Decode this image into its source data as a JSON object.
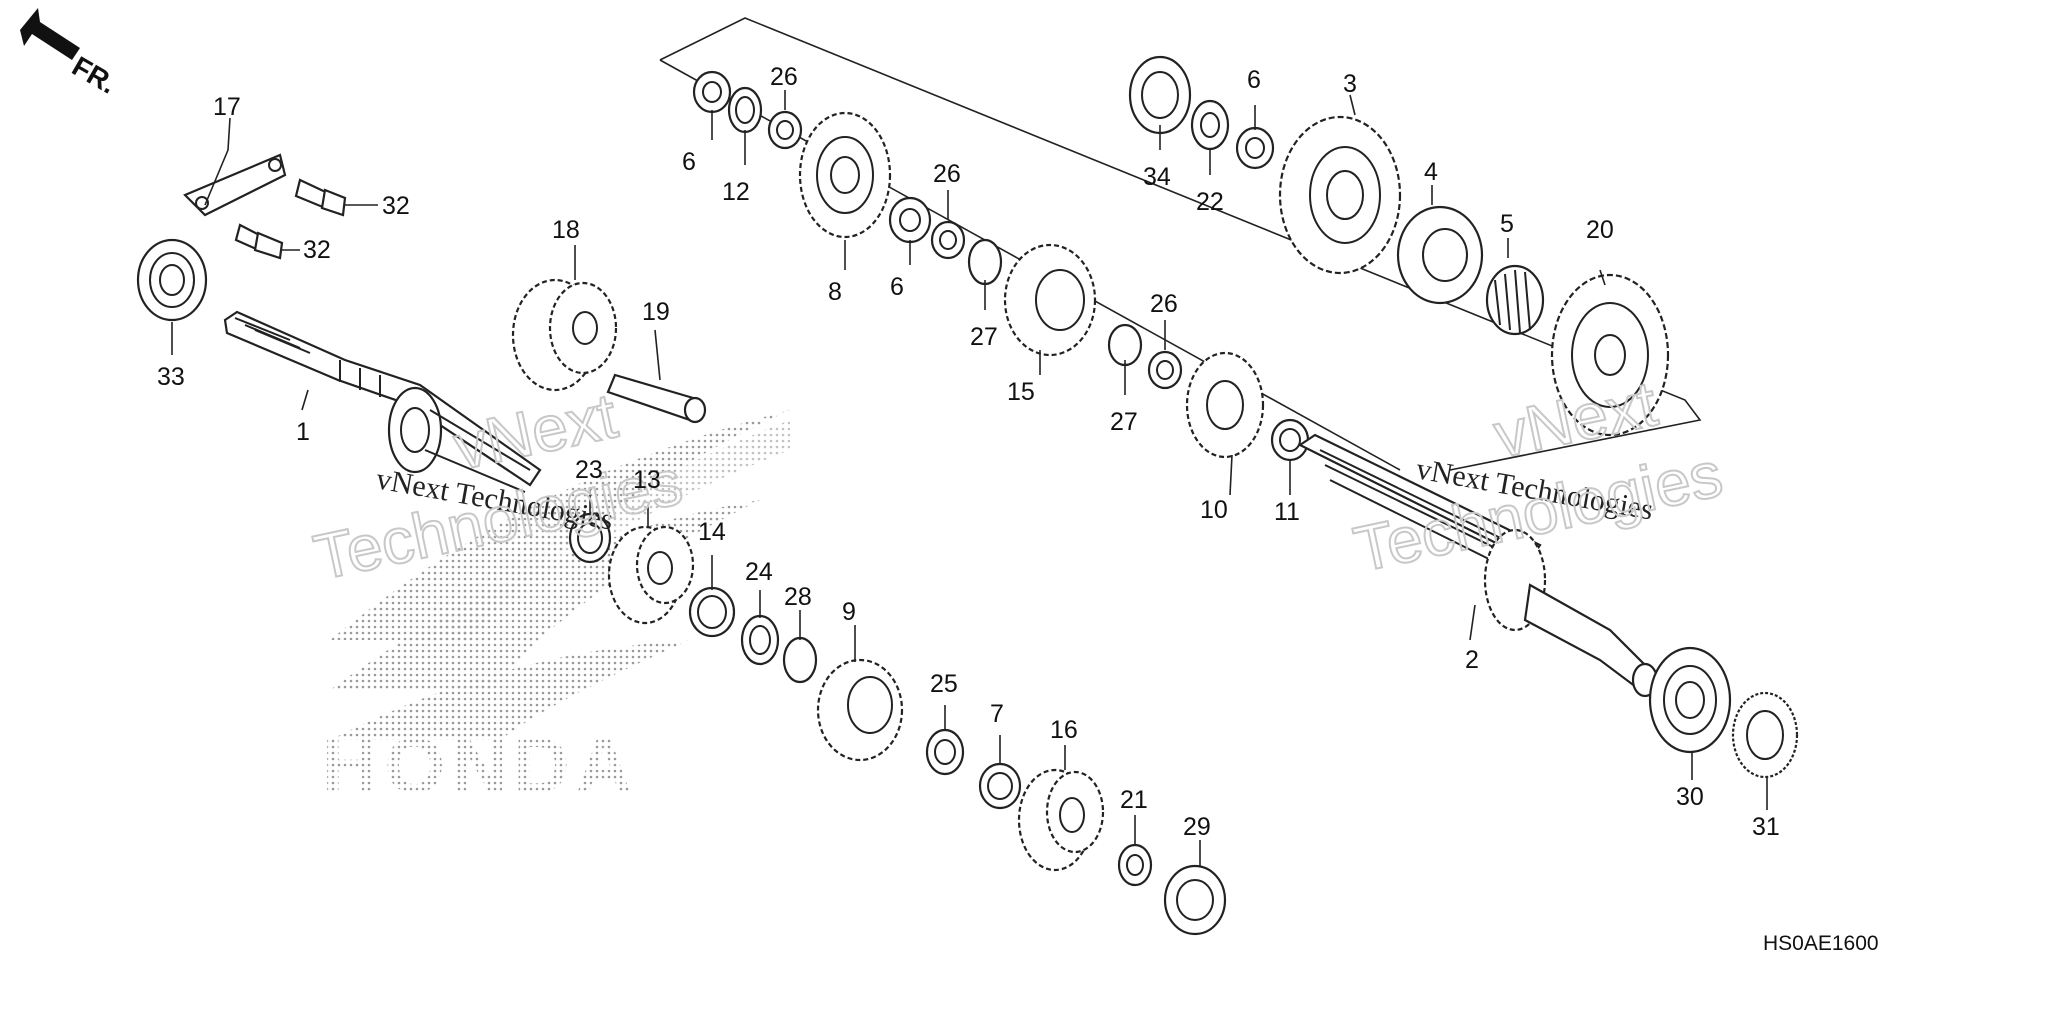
{
  "diagram": {
    "direction_marker": "FR.",
    "figure_code": "HS0AE1600",
    "watermark_primary": "vNext Technologies",
    "watermark_line1": "vNext",
    "watermark_line2": "Technologies",
    "brand_logo_text": "HONDA",
    "callouts": [
      {
        "id": "c1",
        "text": "1"
      },
      {
        "id": "c2",
        "text": "2"
      },
      {
        "id": "c3",
        "text": "3"
      },
      {
        "id": "c4",
        "text": "4"
      },
      {
        "id": "c5",
        "text": "5"
      },
      {
        "id": "c6a",
        "text": "6"
      },
      {
        "id": "c6b",
        "text": "6"
      },
      {
        "id": "c6c",
        "text": "6"
      },
      {
        "id": "c7",
        "text": "7"
      },
      {
        "id": "c8",
        "text": "8"
      },
      {
        "id": "c9",
        "text": "9"
      },
      {
        "id": "c10",
        "text": "10"
      },
      {
        "id": "c11",
        "text": "11"
      },
      {
        "id": "c12",
        "text": "12"
      },
      {
        "id": "c13",
        "text": "13"
      },
      {
        "id": "c14",
        "text": "14"
      },
      {
        "id": "c15",
        "text": "15"
      },
      {
        "id": "c16",
        "text": "16"
      },
      {
        "id": "c17",
        "text": "17"
      },
      {
        "id": "c18",
        "text": "18"
      },
      {
        "id": "c19",
        "text": "19"
      },
      {
        "id": "c20",
        "text": "20"
      },
      {
        "id": "c21",
        "text": "21"
      },
      {
        "id": "c22",
        "text": "22"
      },
      {
        "id": "c23",
        "text": "23"
      },
      {
        "id": "c24",
        "text": "24"
      },
      {
        "id": "c25",
        "text": "25"
      },
      {
        "id": "c26a",
        "text": "26"
      },
      {
        "id": "c26b",
        "text": "26"
      },
      {
        "id": "c26c",
        "text": "26"
      },
      {
        "id": "c27a",
        "text": "27"
      },
      {
        "id": "c27b",
        "text": "27"
      },
      {
        "id": "c28",
        "text": "28"
      },
      {
        "id": "c29",
        "text": "29"
      },
      {
        "id": "c30",
        "text": "30"
      },
      {
        "id": "c31",
        "text": "31"
      },
      {
        "id": "c32a",
        "text": "32"
      },
      {
        "id": "c32b",
        "text": "32"
      },
      {
        "id": "c33",
        "text": "33"
      },
      {
        "id": "c34",
        "text": "34"
      }
    ]
  }
}
